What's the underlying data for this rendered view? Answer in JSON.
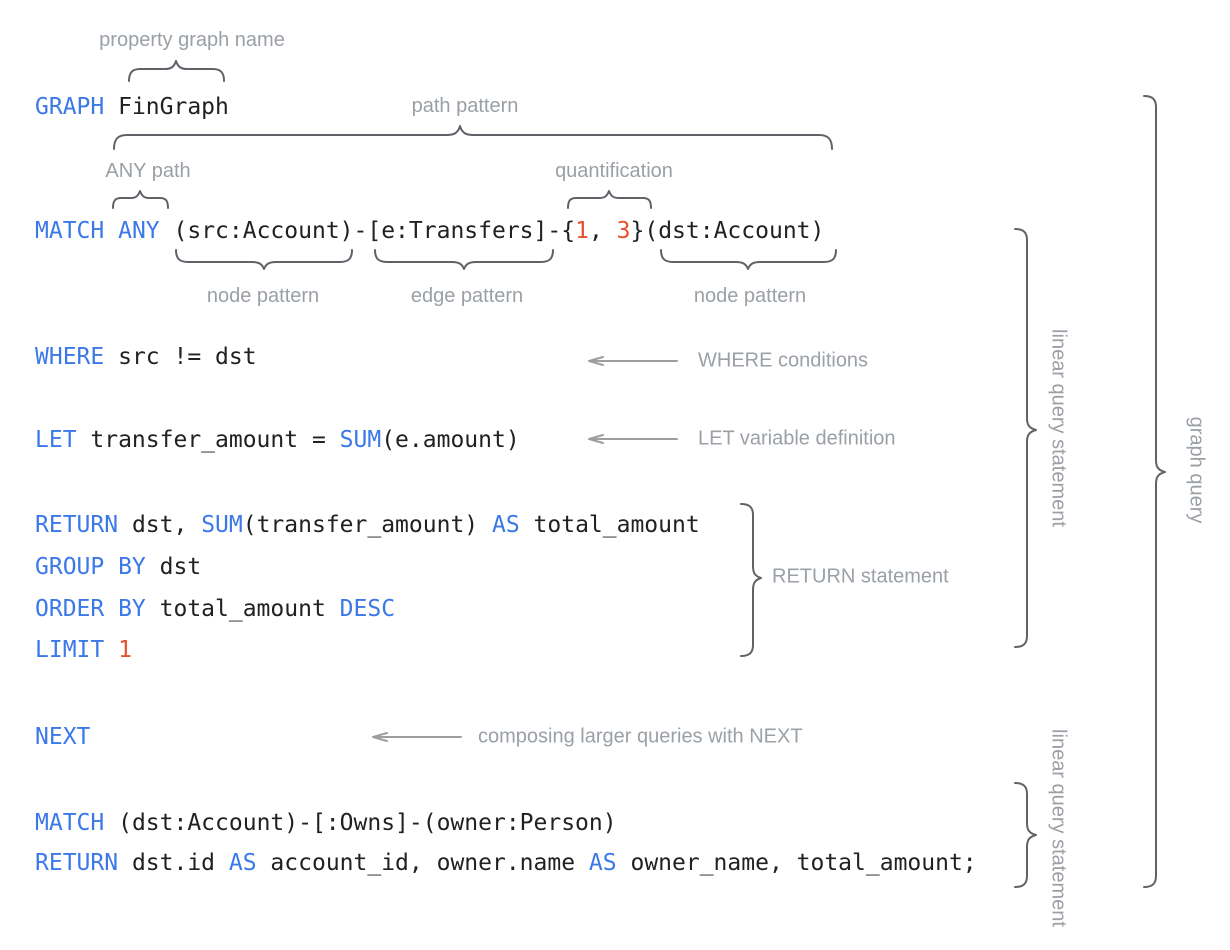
{
  "colors": {
    "keyword_blue": "#3b78e8",
    "number_orange": "#e8502d",
    "code_text": "#202124",
    "annotation_gray": "#9aa0a6",
    "brace_gray": "#5f6368",
    "background": "#ffffff"
  },
  "code": {
    "line1": {
      "t1": "GRAPH",
      "t2": " FinGraph"
    },
    "line2": {
      "t1": "MATCH",
      "t2": " ",
      "t3": "ANY",
      "t4": " (src:Account)-[e:Transfers]-{",
      "t5": "1",
      "t6": ", ",
      "t7": "3",
      "t8": "}(dst:Account)"
    },
    "line3": {
      "t1": "WHERE",
      "t2": " src != dst"
    },
    "line4": {
      "t1": "LET",
      "t2": " transfer_amount = ",
      "t3": "SUM",
      "t4": "(e.amount)"
    },
    "line5": {
      "t1": "RETURN",
      "t2": " dst, ",
      "t3": "SUM",
      "t4": "(transfer_amount) ",
      "t5": "AS",
      "t6": " total_amount"
    },
    "line6": {
      "t1": "GROUP BY",
      "t2": " dst"
    },
    "line7": {
      "t1": "ORDER BY",
      "t2": " total_amount ",
      "t3": "DESC"
    },
    "line8": {
      "t1": "LIMIT",
      "t2": " ",
      "t3": "1"
    },
    "line9": {
      "t1": "NEXT"
    },
    "line10": {
      "t1": "MATCH",
      "t2": " (dst:Account)-[:Owns]-(owner:Person)"
    },
    "line11": {
      "t1": "RETURN",
      "t2": " dst.id ",
      "t3": "AS",
      "t4": " account_id, owner.name ",
      "t5": "AS",
      "t6": " owner_name, total_amount;"
    }
  },
  "annotations": {
    "property_graph_name": "property graph name",
    "path_pattern": "path pattern",
    "any_path": "ANY path",
    "quantification": "quantification",
    "node_pattern_left": "node pattern",
    "edge_pattern": "edge pattern",
    "node_pattern_right": "node pattern",
    "where_conditions": "WHERE conditions",
    "let_variable_definition": "LET variable definition",
    "return_statement": "RETURN statement",
    "next_note": "composing larger queries with NEXT",
    "linear_query_statement_top": "linear query statement",
    "linear_query_statement_bottom": "linear query statement",
    "graph_query": "graph query"
  }
}
